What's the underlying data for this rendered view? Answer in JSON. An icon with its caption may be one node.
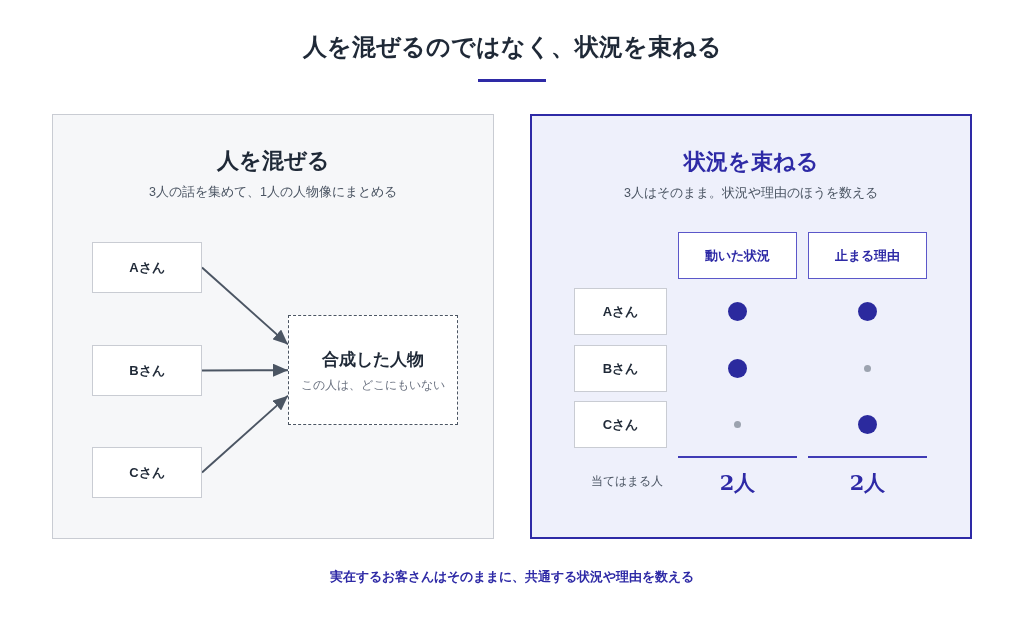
{
  "diagram": {
    "title": "人を混ぜるのではなく、状況を束ねる",
    "caption": "実在するお客さんはそのままに、共通する状況や理由を数える",
    "nodes": [
      {
        "text": [
          "人を混ぜる",
          "3人の話を集めて、1人の人物像にまとめる"
        ]
      },
      {
        "text": [
          "Aさん"
        ],
        "in": 0
      },
      {
        "text": [
          "Bさん"
        ],
        "in": 0
      },
      {
        "text": [
          "Cさん"
        ],
        "in": 0
      },
      {
        "text": [
          "合成した人物",
          "この人は、どこにもいない"
        ],
        "in": 0
      },
      {
        "text": [
          "状況を束ねる",
          "3人はそのまま。状況や理由のほうを数える"
        ]
      },
      {
        "text": [
          "動いた状況"
        ],
        "in": 5
      },
      {
        "text": [
          "止まる理由"
        ],
        "in": 5
      },
      {
        "text": [
          "Aさん"
        ],
        "in": 5
      },
      {
        "text": [
          "Bさん"
        ],
        "in": 5
      },
      {
        "text": [
          "Cさん"
        ],
        "in": 5
      }
    ],
    "edges": [
      {
        "from": 1,
        "to": 4,
        "arrow": "to"
      },
      {
        "from": 2,
        "to": 4,
        "arrow": "to"
      },
      {
        "from": 3,
        "to": 4,
        "arrow": "to"
      }
    ],
    "labels": [
      "当てはまる人",
      "2人",
      "2人"
    ]
  }
}
